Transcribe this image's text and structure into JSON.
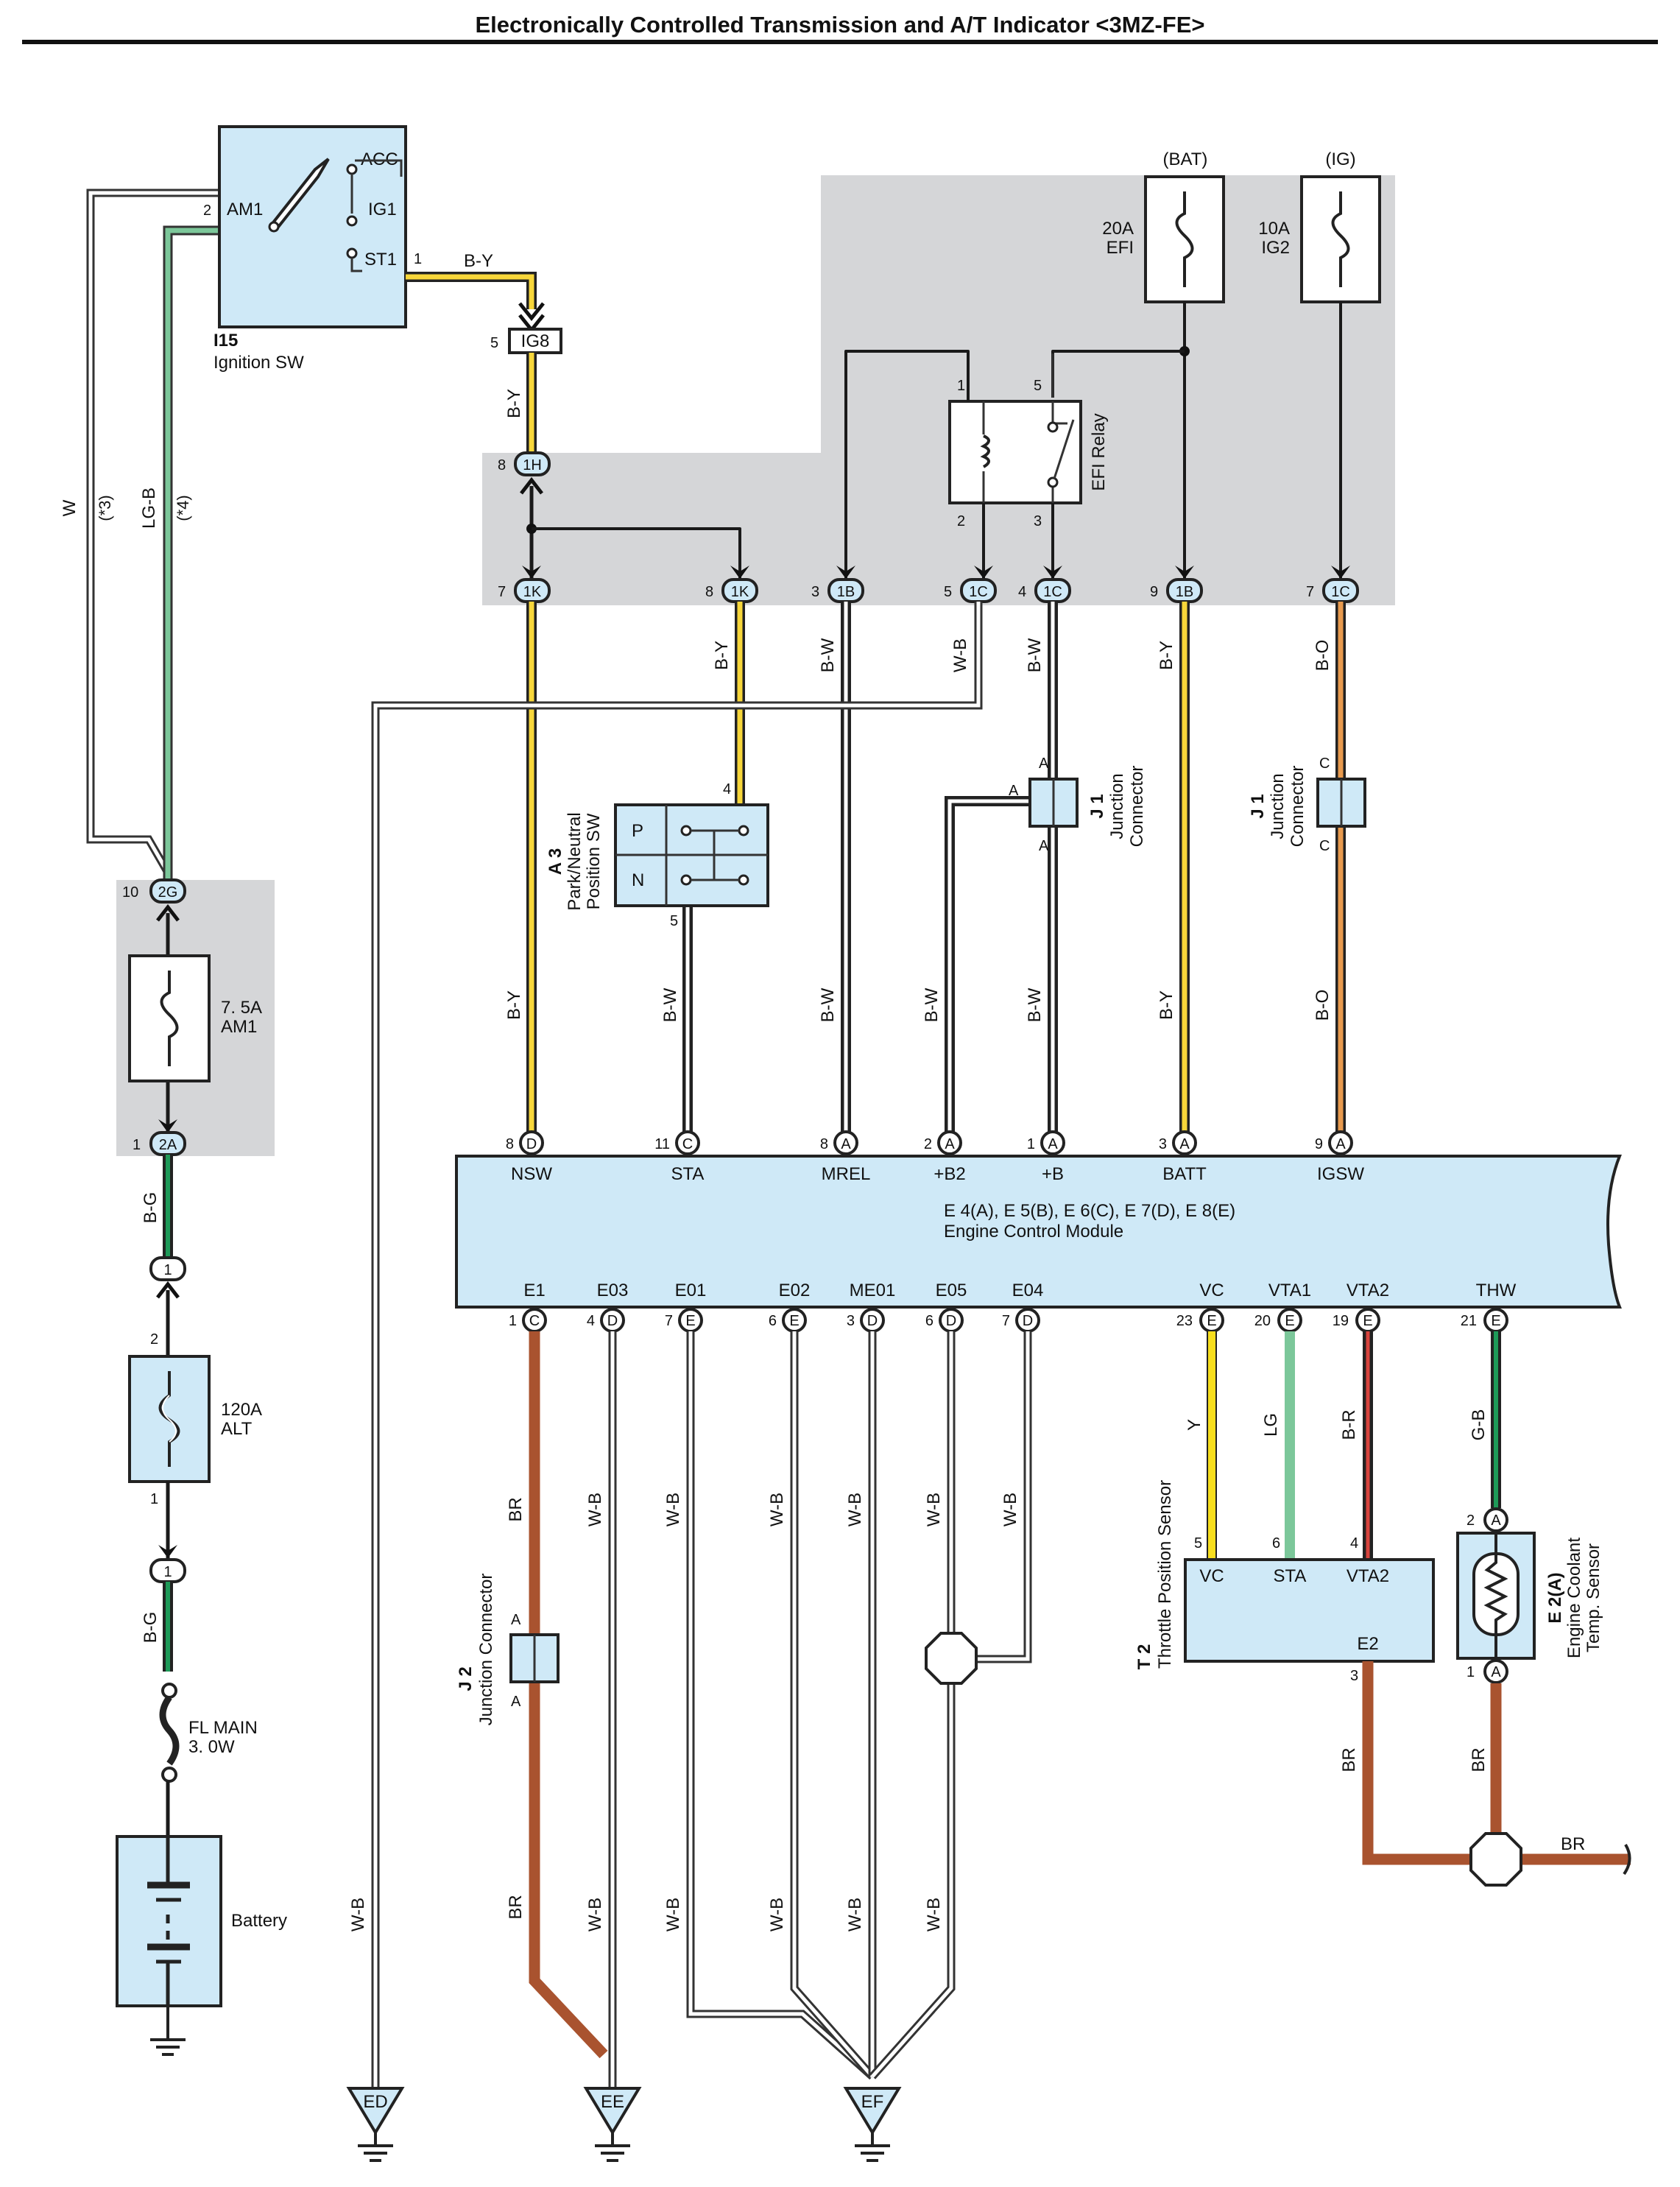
{
  "title": "Electronically Controlled Transmission and A/T Indicator <3MZ-FE>",
  "ignition_switch": {
    "code": "I15",
    "name": "Ignition SW",
    "pins": [
      "ACC",
      "IG1",
      "ST1",
      "AM1"
    ],
    "pin_am1": "2",
    "pin_st1": "1"
  },
  "fuses": {
    "efi": {
      "group": "(BAT)",
      "rating": "20A",
      "name": "EFI"
    },
    "ig2": {
      "group": "(IG)",
      "rating": "10A",
      "name": "IG2"
    },
    "am1": {
      "rating": "7. 5A",
      "name": "AM1"
    },
    "alt": {
      "rating": "120A",
      "name": "ALT",
      "pin_top": "2",
      "pin_bottom": "1"
    },
    "fl_main": {
      "name": "FL MAIN",
      "rating": "3. 0W"
    }
  },
  "battery": "Battery",
  "efi_relay": {
    "name": "EFI Relay",
    "pins": [
      "1",
      "5",
      "2",
      "3"
    ]
  },
  "park_neutral": {
    "code": "A 3",
    "name_line1": "Park/Neutral",
    "name_line2": "Position SW",
    "p": "P",
    "n": "N",
    "pin_top": "4",
    "pin_bottom": "5"
  },
  "j1a": {
    "code": "J 1",
    "name_line1": "Junction",
    "name_line2": "Connector"
  },
  "j1b": {
    "code": "J 1",
    "name_line1": "Junction",
    "name_line2": "Connector"
  },
  "j2": {
    "code": "J 2",
    "name": "Junction Connector"
  },
  "tps": {
    "code": "T 2",
    "name": "Throttle Position Sensor",
    "pins": [
      "VC",
      "STA",
      "VTA2",
      "E2"
    ],
    "pin_nums": [
      "5",
      "6",
      "4",
      "3"
    ]
  },
  "coolant": {
    "code": "E 2(A)",
    "name_line1": "Engine Coolant",
    "name_line2": "Temp. Sensor",
    "pin_top": "2",
    "pin_bottom": "1"
  },
  "ecm": {
    "name_line1": "E 4(A), E 5(B), E 6(C), E 7(D), E 8(E)",
    "name_line2": "Engine Control Module",
    "top_pins": [
      {
        "label": "NSW",
        "num": "8",
        "conn": "D"
      },
      {
        "label": "STA",
        "num": "11",
        "conn": "C"
      },
      {
        "label": "MREL",
        "num": "8",
        "conn": "A"
      },
      {
        "label": "+B2",
        "num": "2",
        "conn": "A"
      },
      {
        "label": "+B",
        "num": "1",
        "conn": "A"
      },
      {
        "label": "BATT",
        "num": "3",
        "conn": "A"
      },
      {
        "label": "IGSW",
        "num": "9",
        "conn": "A"
      }
    ],
    "bottom_pins": [
      {
        "label": "E1",
        "num": "1",
        "conn": "C"
      },
      {
        "label": "E03",
        "num": "4",
        "conn": "D"
      },
      {
        "label": "E01",
        "num": "7",
        "conn": "E"
      },
      {
        "label": "E02",
        "num": "6",
        "conn": "E"
      },
      {
        "label": "ME01",
        "num": "3",
        "conn": "D"
      },
      {
        "label": "E05",
        "num": "6",
        "conn": "D"
      },
      {
        "label": "E04",
        "num": "7",
        "conn": "D"
      },
      {
        "label": "VC",
        "num": "23",
        "conn": "E"
      },
      {
        "label": "VTA1",
        "num": "20",
        "conn": "E"
      },
      {
        "label": "VTA2",
        "num": "19",
        "conn": "E"
      },
      {
        "label": "THW",
        "num": "21",
        "conn": "E"
      }
    ]
  },
  "connectors": {
    "ig8": {
      "label": "IG8",
      "pin": "5"
    },
    "h1": {
      "label": "1H",
      "pin": "8"
    },
    "k1a": {
      "label": "1K",
      "pin": "7"
    },
    "k1b": {
      "label": "1K",
      "pin": "8"
    },
    "b1a": {
      "label": "1B",
      "pin": "3"
    },
    "c1a": {
      "label": "1C",
      "pin": "5"
    },
    "c1b": {
      "label": "1C",
      "pin": "4"
    },
    "b1b": {
      "label": "1B",
      "pin": "9"
    },
    "c1c": {
      "label": "1C",
      "pin": "7"
    },
    "g2": {
      "label": "2G",
      "pin": "10"
    },
    "a2": {
      "label": "2A",
      "pin": "1"
    },
    "one_a": {
      "label": "1"
    },
    "one_b": {
      "label": "1"
    }
  },
  "wires": {
    "w": "W",
    "s3": "(*3)",
    "lgb": "LG-B",
    "s4": "(*4)",
    "by": "B-Y",
    "bw": "B-W",
    "wb": "W-B",
    "bo": "B-O",
    "bg": "B-G",
    "br": "BR",
    "y": "Y",
    "lg": "LG",
    "br_red": "B-R",
    "gb": "G-B"
  },
  "junction_letters": {
    "a": "A",
    "c": "C"
  },
  "grounds": [
    "ED",
    "EE",
    "EF"
  ],
  "colors": {
    "yellow": "#f7d63a",
    "green": "#7cc79a",
    "orange": "#e89a4e",
    "brown": "#a9532f",
    "gray_zone": "#d5d6d8",
    "component_fill": "#cfe9f7"
  }
}
